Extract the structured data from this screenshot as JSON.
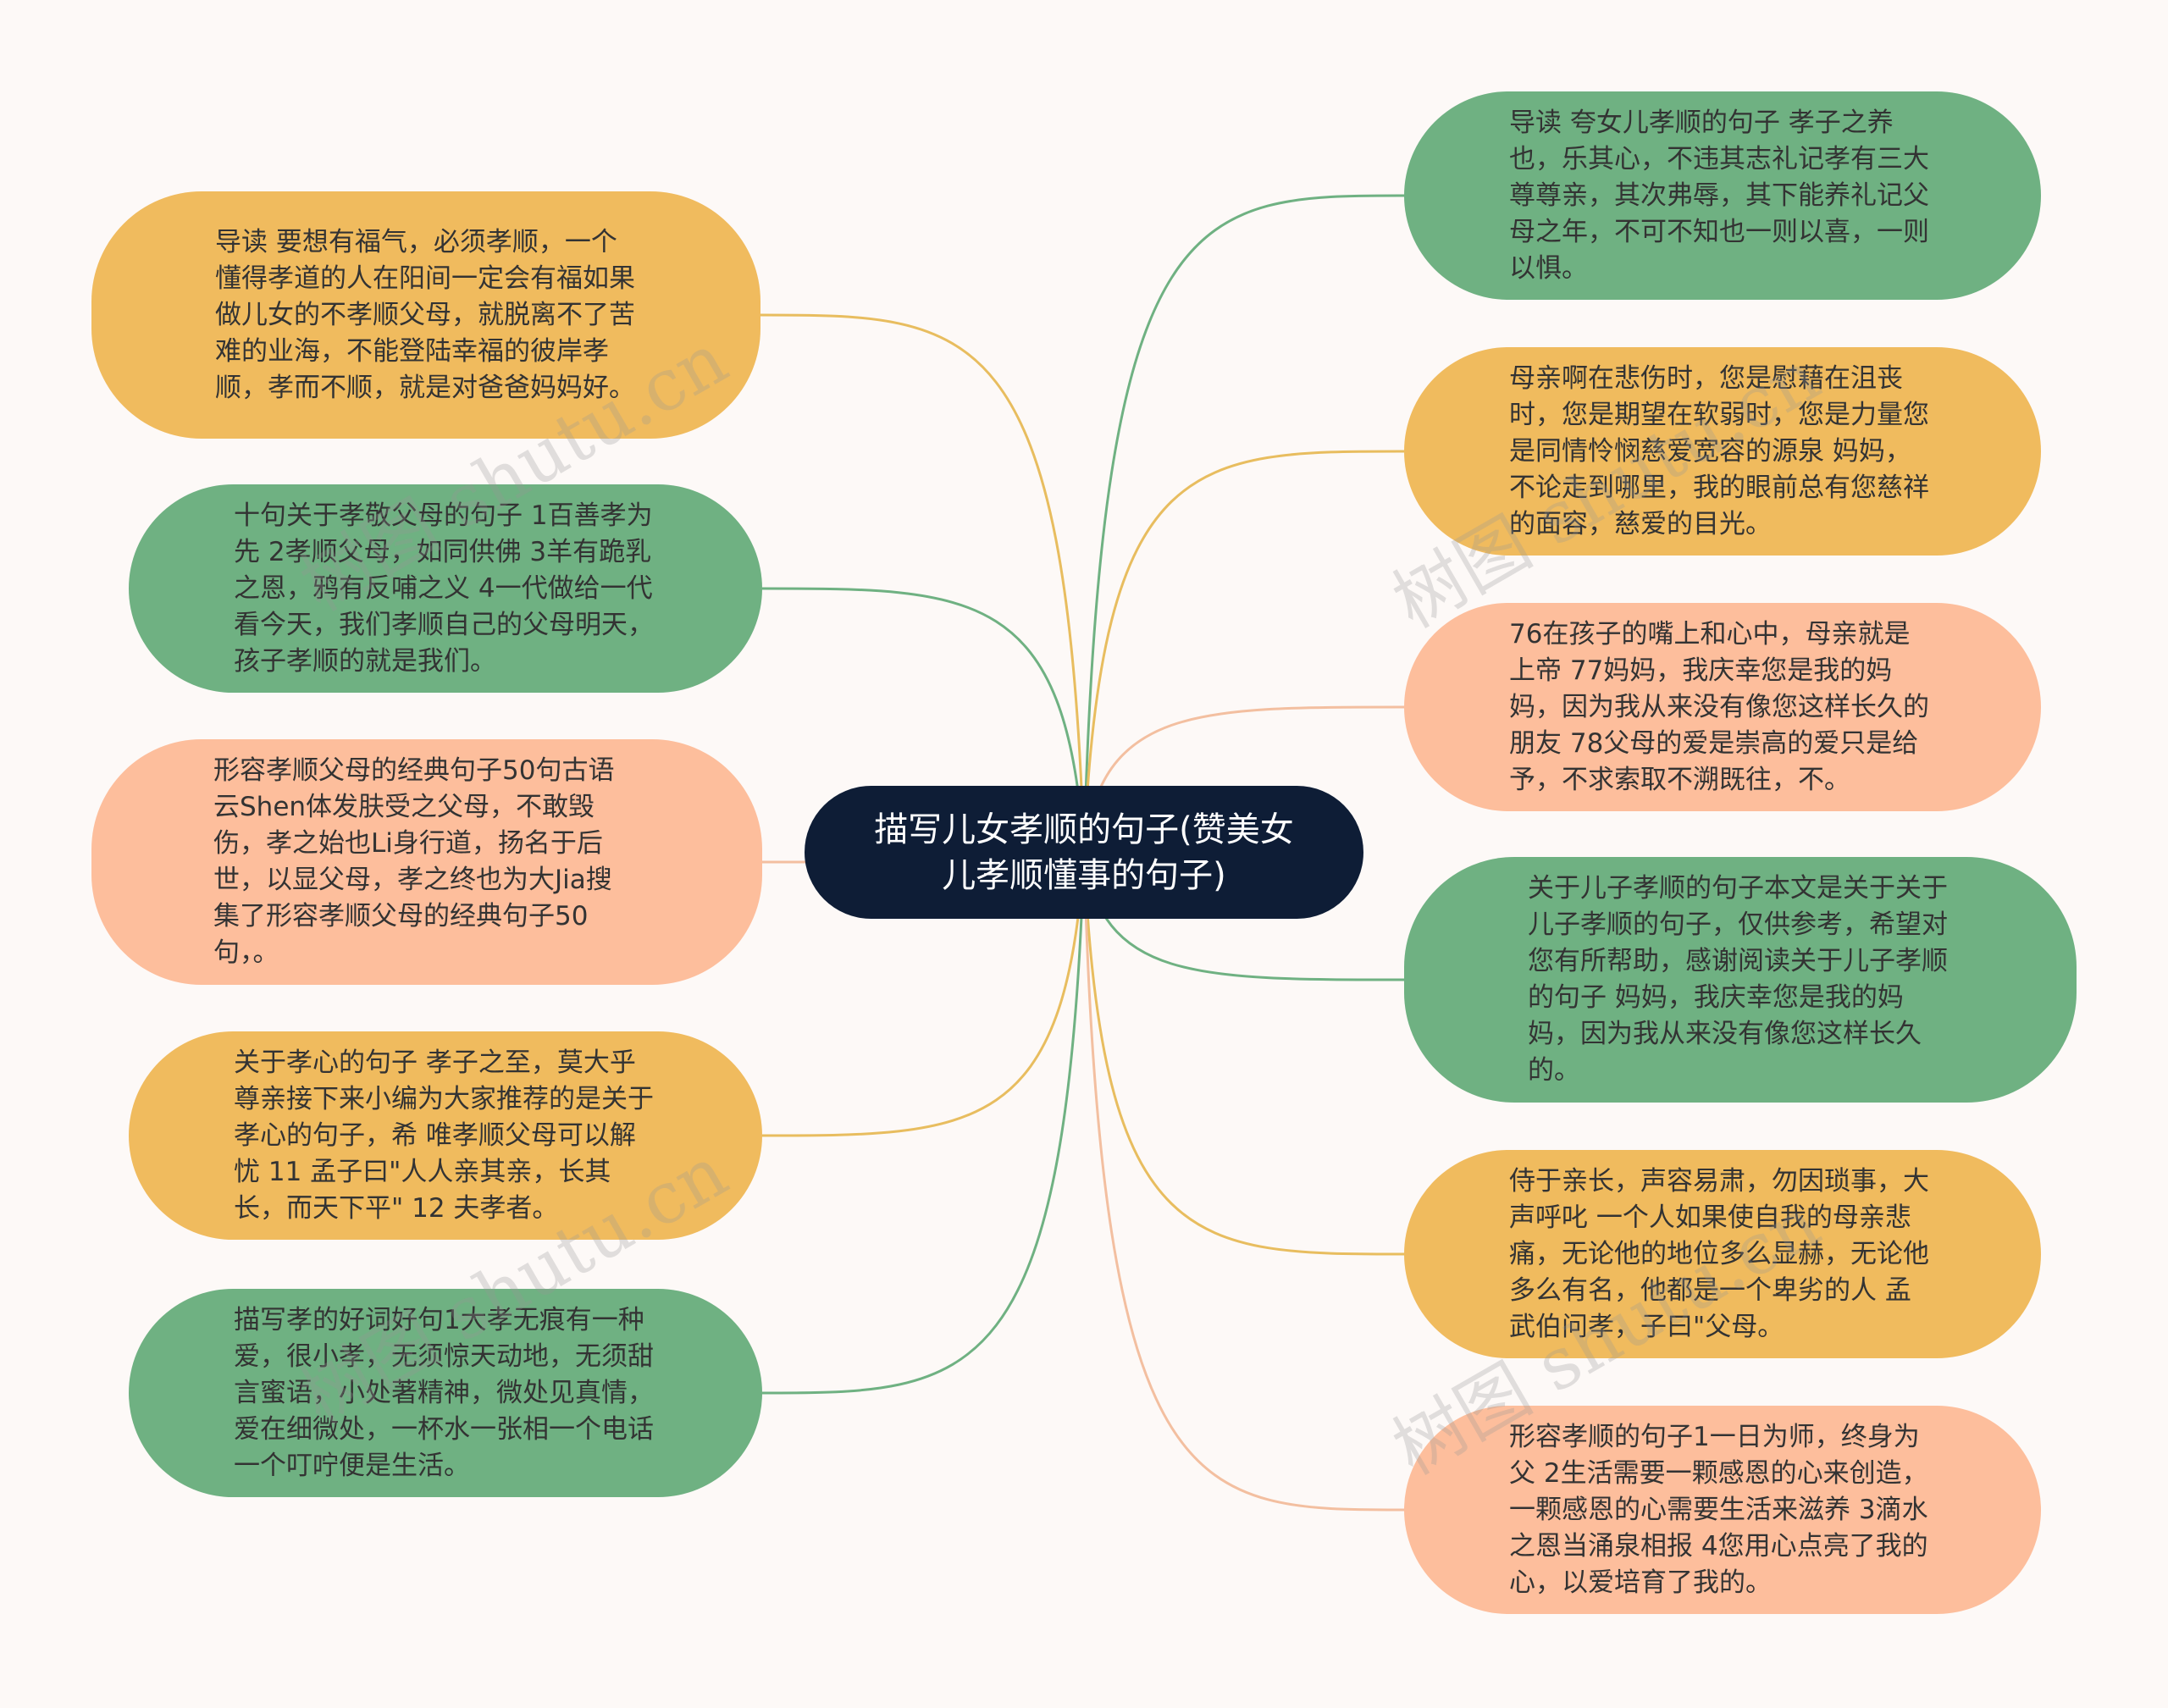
{
  "central": {
    "title": "描写儿女孝顺的句子(赞美女儿孝顺懂事的句子)"
  },
  "colors": {
    "background": "#fdf9f7",
    "central": "#0e1d36",
    "green": "#6fb182",
    "yellow": "#f0bb5e",
    "peach": "#fdbe9c",
    "line_green": "#6fb182",
    "line_yellow": "#e8bd5f",
    "line_peach": "#f3bfa0"
  },
  "left_nodes": [
    {
      "color": "yellow",
      "text": "导读 要想有福气，必须孝顺，一个懂得孝道的人在阳间一定会有福如果做儿女的不孝顺父母，就脱离不了苦难的业海，不能登陆幸福的彼岸孝顺，孝而不顺，就是对爸爸妈妈好。"
    },
    {
      "color": "green",
      "text": "十句关于孝敬父母的句子 1百善孝为先 2孝顺父母，如同供佛 3羊有跪乳之恩，鸦有反哺之义 4一代做给一代看今天，我们孝顺自己的父母明天，孩子孝顺的就是我们。"
    },
    {
      "color": "peach",
      "text": "形容孝顺父母的经典句子50句古语云Shen体发肤受之父母，不敢毁伤，孝之始也Li身行道，扬名于后世，以显父母，孝之终也为大Jia搜集了形容孝顺父母的经典句子50句，。"
    },
    {
      "color": "yellow",
      "text": "关于孝心的句子 孝子之至，莫大乎尊亲接下来小编为大家推荐的是关于孝心的句子，希 唯孝顺父母可以解忧 11 孟子曰\"人人亲其亲，长其长，而天下平\" 12 夫孝者。"
    },
    {
      "color": "green",
      "text": "描写孝的好词好句1大孝无痕有一种爱，很小孝，无须惊天动地，无须甜言蜜语，小处著精神，微处见真情，爱在细微处，一杯水一张相一个电话一个叮咛便是生活。"
    }
  ],
  "right_nodes": [
    {
      "color": "green",
      "text": "导读 夸女儿孝顺的句子 孝子之养也，乐其心，不违其志礼记孝有三大尊尊亲，其次弗辱，其下能养礼记父母之年，不可不知也一则以喜，一则以惧。"
    },
    {
      "color": "yellow",
      "text": "母亲啊在悲伤时，您是慰藉在沮丧时，您是期望在软弱时，您是力量您是同情怜悯慈爱宽容的源泉 妈妈，不论走到哪里，我的眼前总有您慈祥的面容，慈爱的目光。"
    },
    {
      "color": "peach",
      "text": "76在孩子的嘴上和心中，母亲就是上帝 77妈妈，我庆幸您是我的妈妈，因为我从来没有像您这样长久的朋友 78父母的爱是崇高的爱只是给予，不求索取不溯既往，不。"
    },
    {
      "color": "green",
      "text": "关于儿子孝顺的句子本文是关于关于儿子孝顺的句子，仅供参考，希望对您有所帮助，感谢阅读关于儿子孝顺的句子 妈妈，我庆幸您是我的妈妈，因为我从来没有像您这样长久的。"
    },
    {
      "color": "yellow",
      "text": "侍于亲长，声容易肃，勿因琐事，大声呼叱 一个人如果使自我的母亲悲痛，无论他的地位多么显赫，无论他多么有名，他都是一个卑劣的人 孟武伯问孝，子曰\"父母。"
    },
    {
      "color": "peach",
      "text": "形容孝顺的句子1一日为师，终身为父 2生活需要一颗感恩的心来创造，一颗感恩的心需要生活来滋养 3滴水之恩当涌泉相报 4您用心点亮了我的心，以爱培育了我的。"
    }
  ],
  "watermarks": [
    "树图 shutu.cn",
    "树图 shutu.cn",
    "树图 shutu.cn",
    "树图 shutu.cn"
  ]
}
